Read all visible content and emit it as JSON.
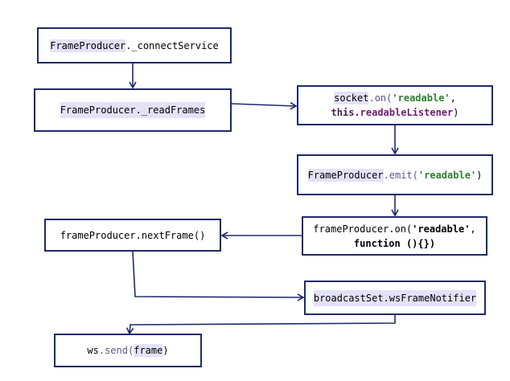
{
  "nodes": {
    "connect_service": {
      "obj": "FrameProducer",
      "member": "._connectService"
    },
    "read_frames": {
      "obj": "FrameProducer",
      "member": "._readFrames"
    },
    "socket_on": {
      "obj": "socket",
      "method": ".on(",
      "event": "'readable'",
      "sep": ",",
      "this_kw": "this",
      "listener": ".readableListener",
      "close": ")"
    },
    "emit": {
      "obj": "FrameProducer",
      "method": ".emit(",
      "event": "'readable'",
      "close": ")"
    },
    "producer_on": {
      "line1_prefix": "frameProducer.on(",
      "event": "'readable'",
      "sep": ",",
      "line2": "function (){})"
    },
    "next_frame": {
      "text": "frameProducer.nextFrame()"
    },
    "broadcast": {
      "obj": "broadcastSet",
      "member": ".wsFrameNotifier"
    },
    "ws_send": {
      "obj": "ws",
      "method": ".send(",
      "arg": "frame",
      "close": ")"
    }
  },
  "colors": {
    "border": "#1f2a6b",
    "arrow": "#1f2a6b",
    "highlight": "#e4e2f9",
    "string": "#2e7d32"
  }
}
